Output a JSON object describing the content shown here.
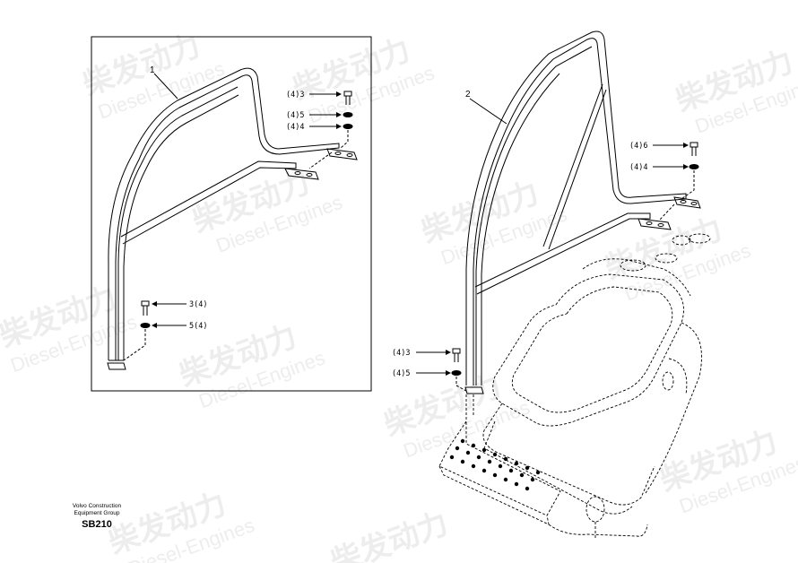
{
  "left_view": {
    "item_number": "1",
    "callouts": [
      {
        "label": "(4)3"
      },
      {
        "label": "(4)5"
      },
      {
        "label": "(4)4"
      },
      {
        "label": "3(4)"
      },
      {
        "label": "5(4)"
      }
    ]
  },
  "right_view": {
    "item_number": "2",
    "callouts": [
      {
        "label": "(4)6"
      },
      {
        "label": "(4)4"
      },
      {
        "label": "(4)3"
      },
      {
        "label": "(4)5"
      }
    ]
  },
  "footer": {
    "org_line1": "Volvo Construction",
    "org_line2": "Equipment Group",
    "code": "SB210"
  },
  "watermark": {
    "cn": "柴发动力",
    "en": "Diesel-Engines"
  }
}
